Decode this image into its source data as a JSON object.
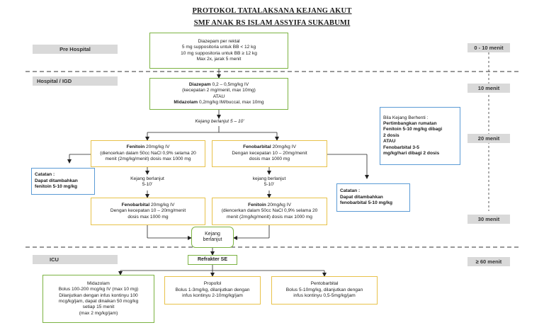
{
  "title_line1": "PROTOKOL TATALAKSANA KEJANG AKUT",
  "title_line2": "SMF ANAK RS ISLAM ASSYIFA SUKABUMI",
  "phases": {
    "pre_hospital": "Pre Hospital",
    "hospital": "Hospital / IGD",
    "icu": "ICU"
  },
  "times": {
    "t1": "0 - 10 menit",
    "t2": "10 menit",
    "t3": "20 menit",
    "t4": "30 menit",
    "t5": "≥ 60 menit"
  },
  "diazepam_rektal": {
    "l1": "Diazepam per rektal",
    "l2": "5 mg suppositoria untuk BB < 12 kg",
    "l3": "10 mg suppositoria untuk BB ≥ 12 kg",
    "l4": "Max 2x, jarak 5 menit"
  },
  "diazepam_iv": {
    "l1b": "Diazepam",
    "l1": " 0,2 – 0,5mg/kg IV",
    "l2": "(kecepatan 2 mg/menit, max 10mg)",
    "l3": "ATAU",
    "l4b": "Midazolam",
    "l4": " 0,2mg/kg IM/buccal, max 10mg"
  },
  "kejang_berlanjut_5_10": "Kejang berlanjut 5 – 10'",
  "fenitoin_1": {
    "l1b": "Fenitoin",
    "l1": " 20mg/kg IV",
    "l2": "(diencerkan dalam 50cc NaCl 0,9% selama 20",
    "l3": "menit (2mg/kg/menit) dosis max 1000 mg"
  },
  "fenobarbital_1": {
    "l1b": "Fenobarbital",
    "l1": " 20mg/kg IV",
    "l2": "Dengan kecepatan 10 – 20mg/menit",
    "l3": "dosis max 1000 mg"
  },
  "kejang_left": {
    "l1": "Kejang berlanjut",
    "l2": "5-10'"
  },
  "kejang_right": {
    "l1": "kejang berlanjut",
    "l2": "5-10'"
  },
  "fenobarbital_2": {
    "l1b": "Fenobarbital",
    "l1": " 20mg/kg IV",
    "l2": "Dengan kecepatan 10 – 20mg/menit",
    "l3": "dosis max 1000 mg"
  },
  "fenitoin_2": {
    "l1b": "Fenitoin",
    "l1": " 20mg/kg IV",
    "l2": "(diencerkan dalam 50cc NaCl 0,9% selama 20",
    "l3": "menit (2mg/kg/menit) dosis max 1000 mg"
  },
  "kejang_berlanjut_center": {
    "l1": "Kejang",
    "l2": "berlanjut"
  },
  "catatan_left": {
    "l1": "Catatan :",
    "l2": "Dapat ditambahkan",
    "l3": "fenitoin 5-10 mg/kg"
  },
  "catatan_right": {
    "l1": "Catatan :",
    "l2": "Dapat ditambahkan",
    "l3": "fenobarbital 5-10 mg/kg"
  },
  "bila_kejang": {
    "l1": "Bila Kejang Berhenti :",
    "l2": "Pertimbangkan rumatan",
    "l3": "Fenitoin 5-10 mg/kg dibagi",
    "l4": "2 dosis",
    "l5": "ATAU",
    "l6": "Fenobarbital 3-5",
    "l7": "mg/kg/hari dibagi 2 dosis"
  },
  "refrakter": "Refrakter SE",
  "midazolam": {
    "l1": "Midazolam",
    "l2": "Bolus 100-200 mcg/kg IV (max 10 mg)",
    "l3": "Dilanjutkan dengan infus kontinyu 100",
    "l4": "mcg/kg/jam, dapat dinaikan 50 mcg/kg",
    "l5": "setiap 15 menit",
    "l6": "(max 2 mg/kg/jam)"
  },
  "propofol": {
    "l1": "Propofol",
    "l2": "Bolus 1-3mg/kg, dilanjutkan dengan",
    "l3": "infus kontinyu 2-10mg/kg/jam"
  },
  "pentobarbital": {
    "l1": "Pentobarbital",
    "l2": "Bolus 5-10mg/kg, dilanjutkan dengan",
    "l3": "infus kontinyu 0,5-5mg/kg/jam"
  }
}
